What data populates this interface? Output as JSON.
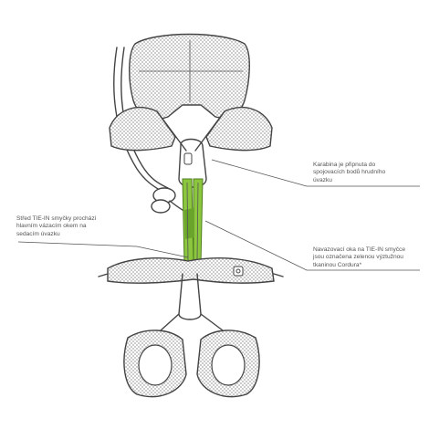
{
  "callouts": {
    "left": "Střed TIE-IN smyčky prochází\nhlavním vázacím okem na\nsedacím úvazku",
    "right_top": "Karabina je připnuta do\nspojovacích bodů hrudního\núvazku",
    "right_bottom": "Navazovací oka na TIE-IN smyčce\njsou označena zelenou výztužnou\ntkaninou Cordura*"
  },
  "colors": {
    "accent_green": "#8cc63f",
    "line": "#444444",
    "text": "#555555"
  }
}
